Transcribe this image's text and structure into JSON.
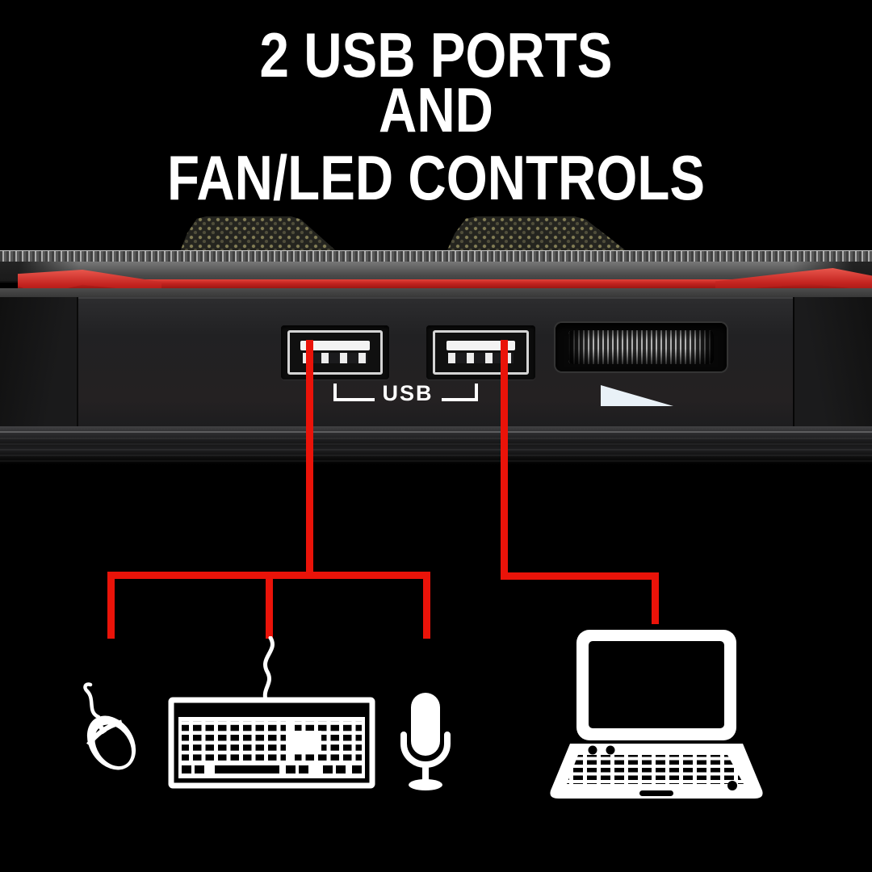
{
  "title": {
    "line1": "2 USB PORTS",
    "line2": "AND",
    "line3": "FAN/LED CONTROLS"
  },
  "device": {
    "usb_label": "USB",
    "usb_port_count": 2,
    "features": [
      "usb-port-1",
      "usb-port-2",
      "fan-led-control-wheel",
      "fan-speed-indicator-triangle"
    ]
  },
  "connections": {
    "usb_port_1": [
      "mouse",
      "keyboard",
      "microphone"
    ],
    "usb_port_2": [
      "laptop"
    ]
  },
  "colors": {
    "background": "#000000",
    "title_text": "#ffffff",
    "annotation_line": "#ea1309",
    "chassis_accent_red": "#c3231f",
    "icon": "#ffffff"
  },
  "icons": [
    {
      "name": "mouse-icon"
    },
    {
      "name": "keyboard-icon"
    },
    {
      "name": "microphone-icon"
    },
    {
      "name": "laptop-icon"
    }
  ]
}
